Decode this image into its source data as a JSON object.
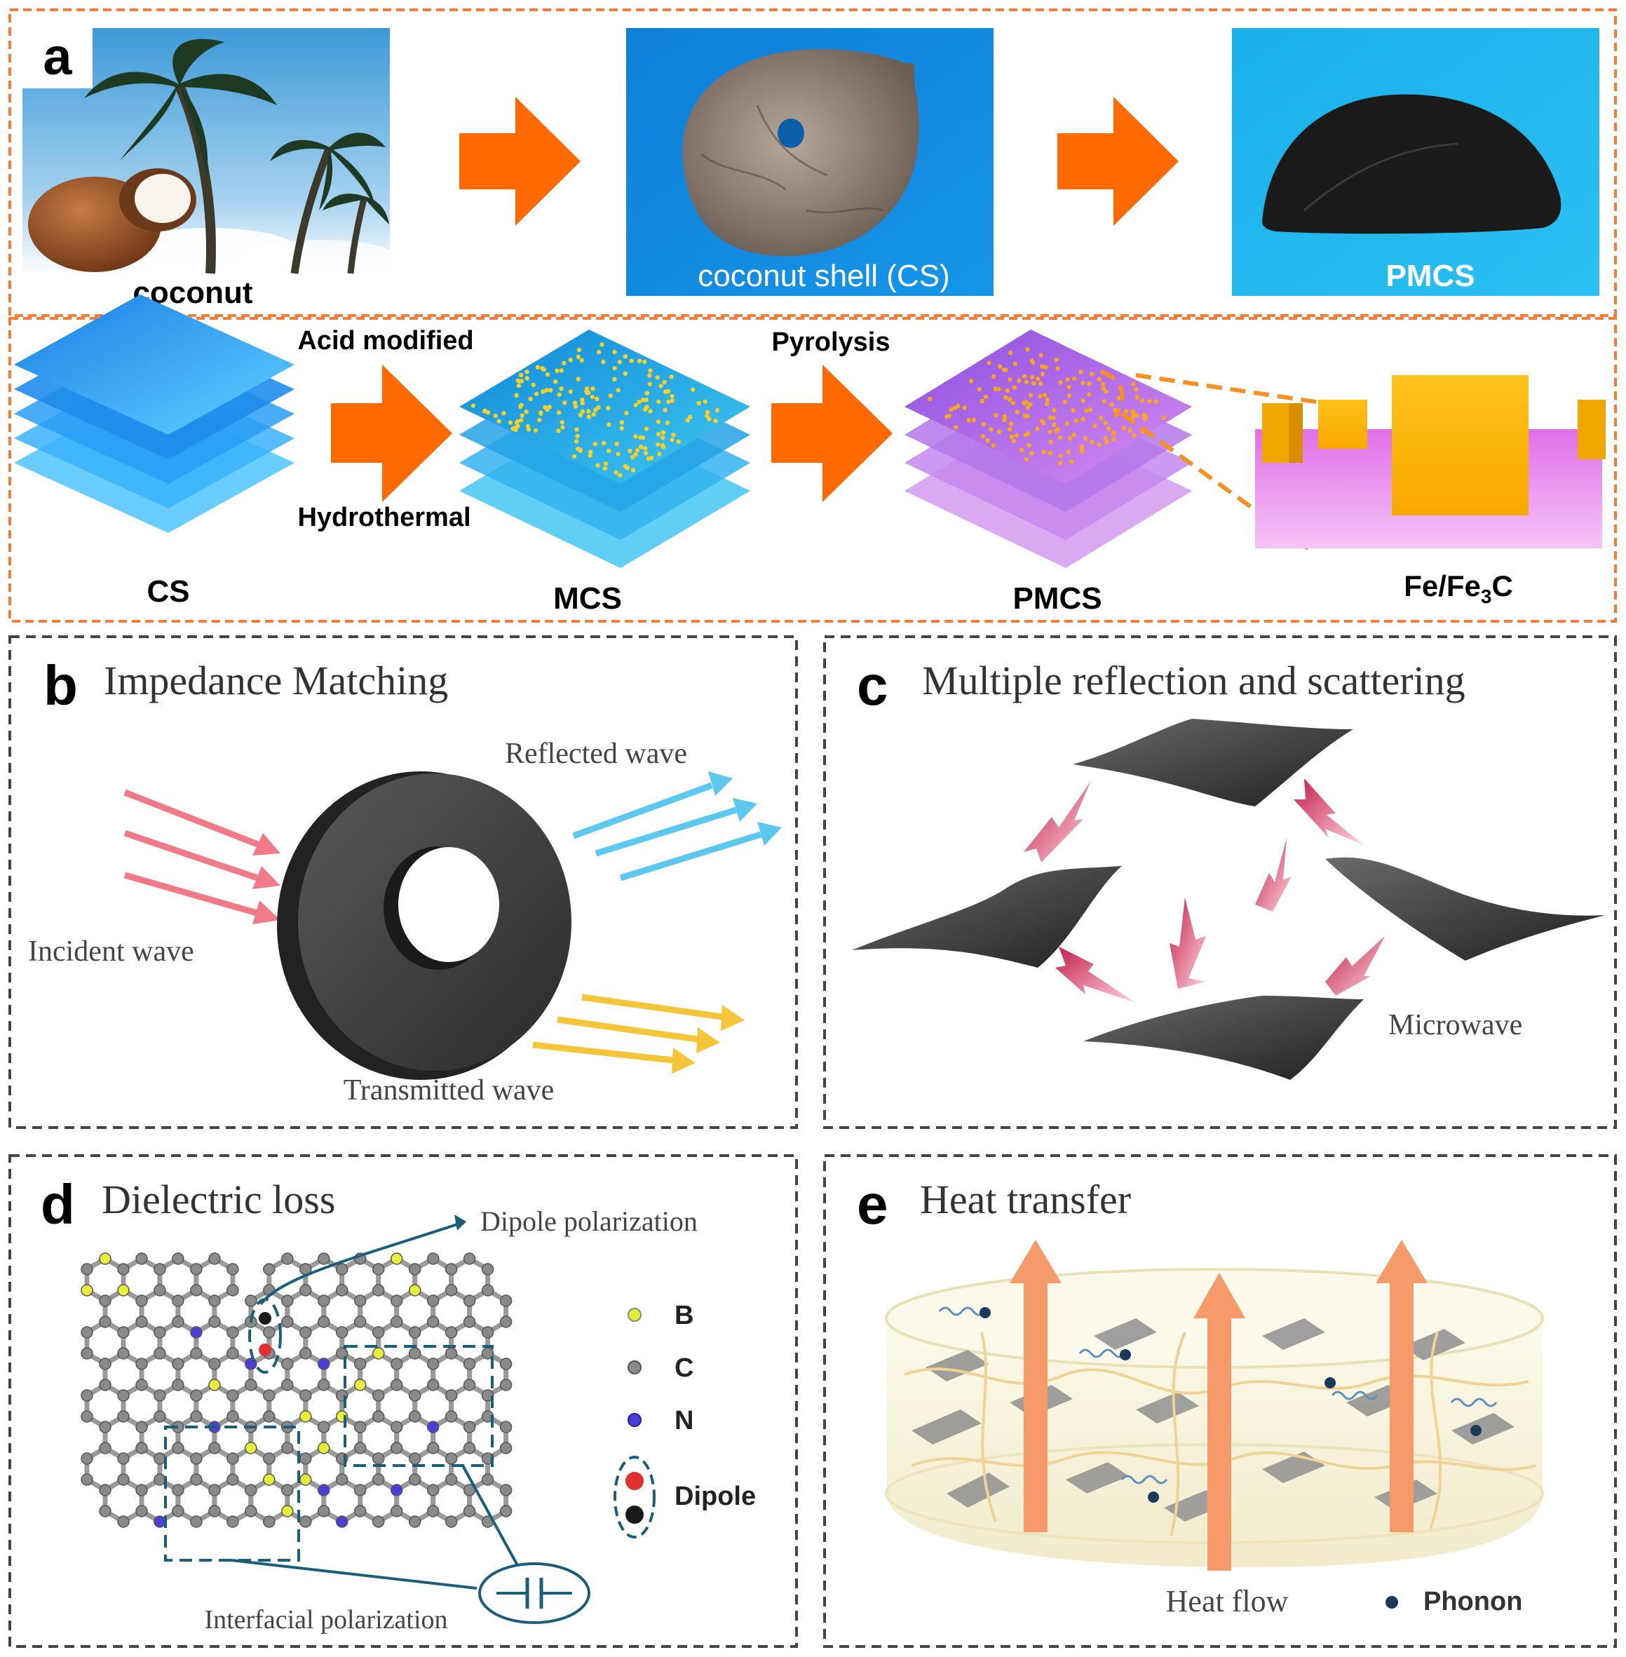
{
  "panel_a": {
    "letter": "a",
    "photos": {
      "coconut_label": "coconut",
      "shell_label": "coconut shell (CS)",
      "pmcs_label": "PMCS"
    },
    "process": {
      "acid_label": "Acid modified",
      "hydro_label": "Hydrothermal",
      "pyro_label": "Pyrolysis",
      "cs_label": "CS",
      "mcs_label": "MCS",
      "pmcs_label": "PMCS",
      "fe_label_main": "Fe/Fe",
      "fe_label_sub": "3",
      "fe_label_tail": "C"
    }
  },
  "panel_b": {
    "letter": "b",
    "title": "Impedance Matching",
    "reflected": "Reflected wave",
    "incident": "Incident wave",
    "transmitted": "Transmitted wave"
  },
  "panel_c": {
    "letter": "c",
    "title": "Multiple reflection and scattering",
    "microwave": "Microwave"
  },
  "panel_d": {
    "letter": "d",
    "title": "Dielectric loss",
    "dipole_polarization": "Dipole polarization",
    "interfacial_polarization": "Interfacial polarization",
    "legend": {
      "b": "B",
      "c": "C",
      "n": "N",
      "dipole": "Dipole"
    }
  },
  "panel_e": {
    "letter": "e",
    "title": "Heat transfer",
    "heat_flow": "Heat flow",
    "phonon": "Phonon"
  },
  "colors": {
    "orange_arrow": "#ff6a00",
    "frame_orange": "#f07d3a",
    "sky_blue": "#1aa0e8",
    "sheet_blue": "#2fa8f0",
    "sheet_purple": "#b36ee8",
    "incident_pink": "#f07a88",
    "reflected_cyan": "#5cc8f0",
    "transmitted_yellow": "#f5c53a",
    "dark_gray": "#404040",
    "heat_arrow": "#f79a6a",
    "boron_yellow": "#e6ee3a",
    "nitrogen_blue": "#4a3fd8"
  }
}
